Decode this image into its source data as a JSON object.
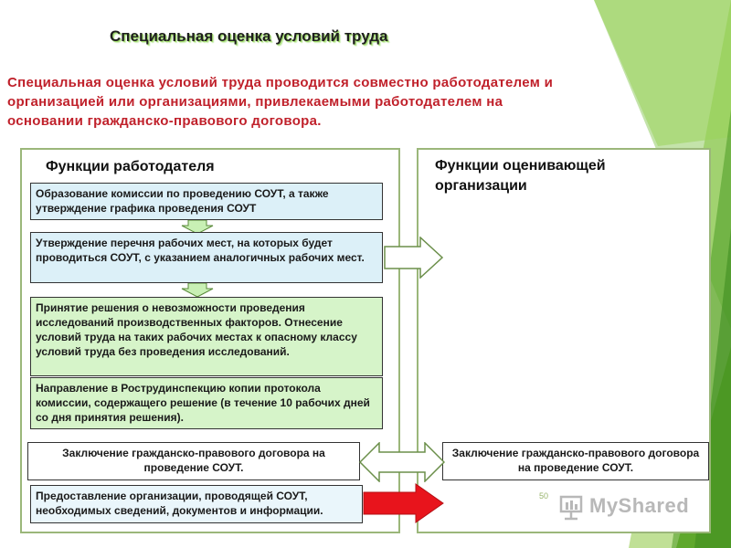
{
  "slide": {
    "title": "Специальная оценка условий труда",
    "intro": "Специальная оценка условий труда проводится совместно работодателем и организацией или организациями, привлекаемыми работодателем на основании гражданско-правового договора."
  },
  "employer_panel": {
    "heading": "Функции работодателя",
    "boxes": [
      "Образование комиссии по проведению СОУТ, а также утверждение графика проведения СОУТ",
      "Утверждение перечня рабочих мест, на которых будет проводиться СОУТ, с указанием аналогичных рабочих мест.",
      "Принятие решения о невозможности проведения исследований производственных факторов. Отнесение условий труда на таких рабочих местах к опасному классу условий труда без проведения исследований.",
      "Направление в Рострудинспекцию копии протокола комиссии, содержащего решение (в течение 10 рабочих дней со дня принятия решения).",
      "Заключение гражданско-правового договора на проведение СОУТ.",
      "Предоставление организации, проводящей СОУТ, необходимых сведений, документов и информации."
    ]
  },
  "assessor_panel": {
    "heading": "Функции оценивающей организации",
    "boxes": [
      "Заключение гражданско-правового договора на проведение СОУТ."
    ]
  },
  "footer": {
    "page_number": "50",
    "watermark": "MyShared"
  },
  "colors": {
    "title_red": "#c0212b",
    "arrow_red": "#e8141c",
    "arrow_green": "#c8f0b4",
    "panel_border": "#9bb77a",
    "deco_green": "#8cc63f"
  }
}
